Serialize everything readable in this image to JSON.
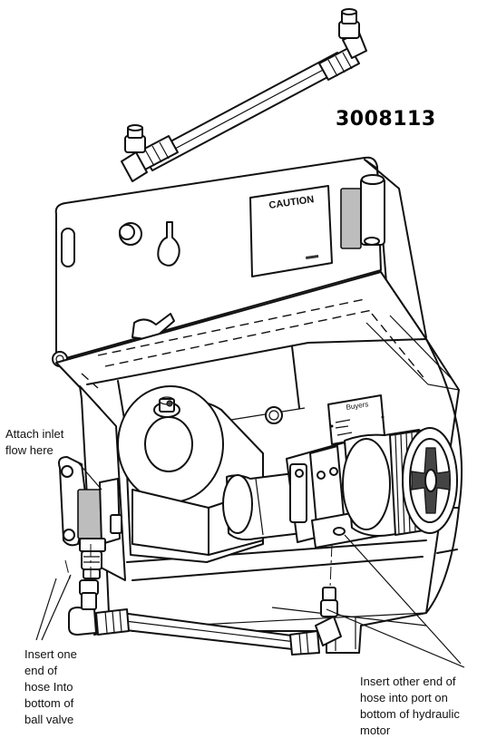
{
  "part_number": "3008113",
  "plates": {
    "caution": "CAUTION",
    "buyers": "Buyers"
  },
  "callouts": {
    "inlet": [
      "Attach inlet",
      "flow here"
    ],
    "ball_valve": [
      "Insert one",
      "end of",
      "hose Into",
      "bottom of",
      "ball valve"
    ],
    "hydraulic_motor": [
      "Insert other end of",
      "hose into port on",
      "bottom of hydraulic",
      "motor"
    ]
  }
}
